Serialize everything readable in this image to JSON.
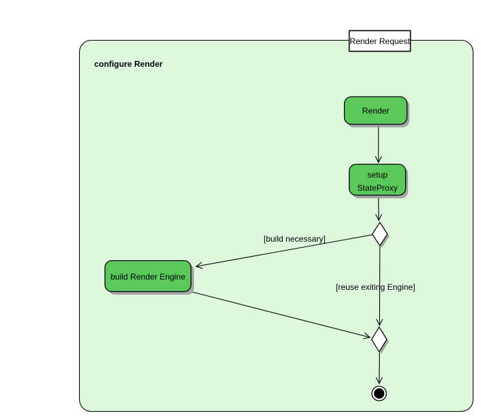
{
  "diagram": {
    "frame_label": "Render Request",
    "container_label": "configure Render",
    "nodes": {
      "render": {
        "label": "Render"
      },
      "setup_state_proxy": {
        "lines": [
          "setup",
          "StateProxy"
        ]
      },
      "build_render_engine": {
        "label": "build Render Engine"
      }
    },
    "edge_labels": {
      "build_necessary": "[build necessary]",
      "reuse_existing": "[reuse exiting Engine]"
    },
    "colors": {
      "background": "#FFFFFF",
      "container_fill": "#DEF8DE",
      "node_fill": "#5BC85B",
      "decision_fill": "#FFFFFF",
      "shadow": "#999999",
      "outline": "#000000",
      "final_node": "#000000"
    }
  }
}
